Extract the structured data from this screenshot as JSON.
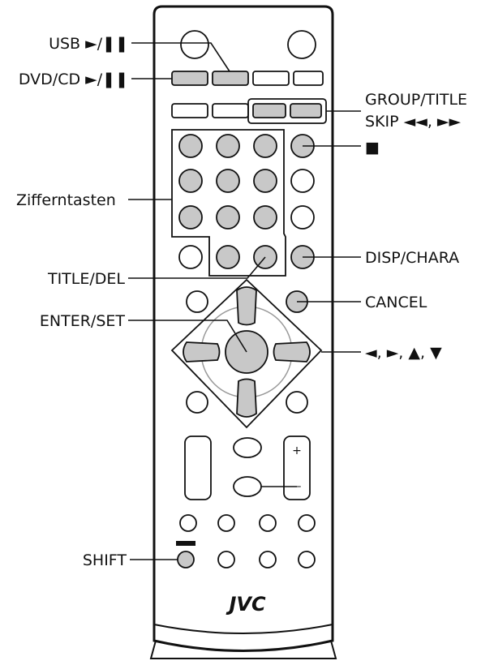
{
  "labels": {
    "usb": "USB ►/❚❚",
    "dvd_cd": "DVD/CD ►/❚❚",
    "group_title": "GROUP/TITLE",
    "skip": "SKIP ◄◄, ►►",
    "stop": "■",
    "numeric": "Zifferntasten",
    "title_del": "TITLE/DEL",
    "disp_chara": "DISP/CHARA",
    "cancel": "CANCEL",
    "enter_set": "ENTER/SET",
    "arrows": "◄, ►, ▲, ▼",
    "shift": "SHIFT"
  },
  "remote": {
    "brand": "JVC",
    "vol_plus": "+",
    "vol_minus": "–"
  }
}
